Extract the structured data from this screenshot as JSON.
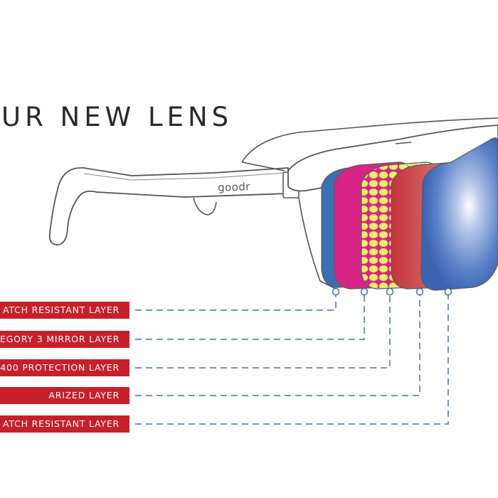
{
  "title": "UR NEW LENS",
  "brand_logo": "goodr",
  "colors": {
    "label_red": "#c8202a",
    "leader_blue": "#3b73b8",
    "outline": "#555555",
    "layer_blue": "#3a6fb4",
    "layer_magenta": "#d82486",
    "layer_yellow": "#f0e860",
    "layer_red": "#c43a3c",
    "layer_mirror": "#3f6fc0"
  },
  "layers": [
    {
      "label": "ATCH RESISTANT LAYER",
      "color": "#3a6fb4"
    },
    {
      "label": "EGORY 3 MIRROR LAYER",
      "color": "#d82486"
    },
    {
      "label": "400 PROTECTION LAYER",
      "color": "#f0e860"
    },
    {
      "label": "ARIZED LAYER",
      "color": "#c43a3c"
    },
    {
      "label": "ATCH RESISTANT LAYER",
      "color": "#3f6fc0"
    }
  ]
}
